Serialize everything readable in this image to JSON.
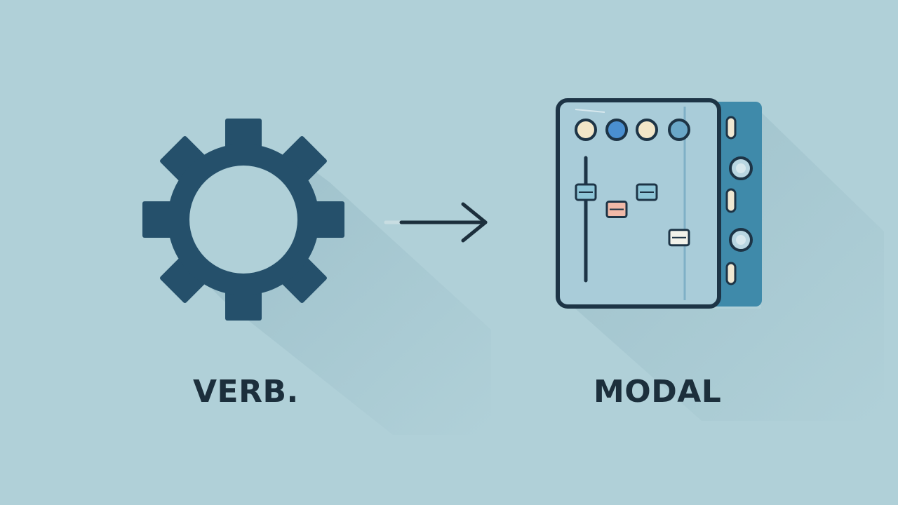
{
  "labels": {
    "left": "VERB.",
    "right": "MODAL"
  },
  "icons": {
    "left": "gear-icon",
    "connector": "arrow-right-icon",
    "right": "mixer-panel-icon"
  },
  "colors": {
    "background": "#b0d0d8",
    "gear": "#25506b",
    "text": "#1c2f3c",
    "panel_frame": "#1d3446",
    "panel_fill": "#a9ccd9",
    "side_strip": "#3f8aaa",
    "red_track": "#a23a32",
    "blue_track": "#2b5d9a"
  },
  "mixer": {
    "fader_levels": [
      0.28,
      0.42,
      0.28,
      0.65
    ],
    "fader_accents": [
      "#8fc6d8",
      "#f0b9a8",
      "#8fc6d8",
      "#f2f2ea"
    ],
    "knob_colors": [
      "#f2e6c8",
      "#4a8fd0",
      "#f2e6c8",
      "#6aa7c8"
    ]
  }
}
